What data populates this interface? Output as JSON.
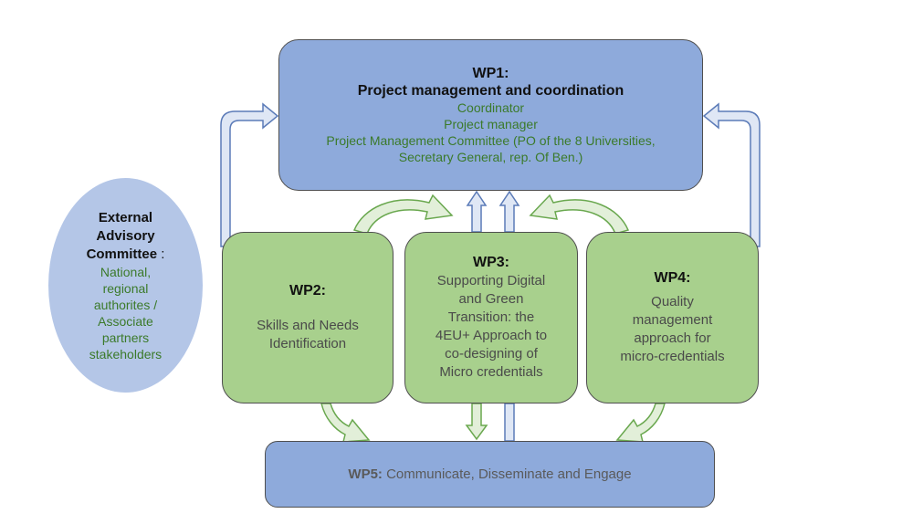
{
  "wp1": {
    "title": "WP1:",
    "subtitle": "Project management and coordination",
    "lines": [
      "Coordinator",
      "Project manager",
      "Project Management Committee (PO of the 8 Universities,",
      "Secretary General, rep. Of Ben.)"
    ]
  },
  "wp2": {
    "title": "WP2:",
    "lines": [
      "Skills and Needs",
      "Identification"
    ]
  },
  "wp3": {
    "title": "WP3:",
    "lines": [
      "Supporting Digital",
      "and Green",
      "Transition: the",
      "4EU+ Approach to",
      "co-designing of",
      "Micro credentials"
    ]
  },
  "wp4": {
    "title": "WP4:",
    "lines": [
      "Quality",
      "management",
      "approach for",
      "micro-credentials"
    ]
  },
  "wp5": {
    "title": "WP5:",
    "text": "Communicate, Disseminate and Engage"
  },
  "external": {
    "title_lines": [
      "External",
      "Advisory"
    ],
    "title_last": "Committee",
    "title_suffix": " :",
    "lines": [
      "National,",
      "regional",
      "authorites /",
      "Associate",
      "partners",
      "stakeholders"
    ]
  },
  "colors": {
    "blue_box": "#8eaadb",
    "green_box": "#a8d08d",
    "ellipse": "#b4c6e7",
    "green_text": "#3b7a2a",
    "arrow_blue_fill": "#dfe7f5",
    "arrow_green_fill": "#e2efd9"
  }
}
